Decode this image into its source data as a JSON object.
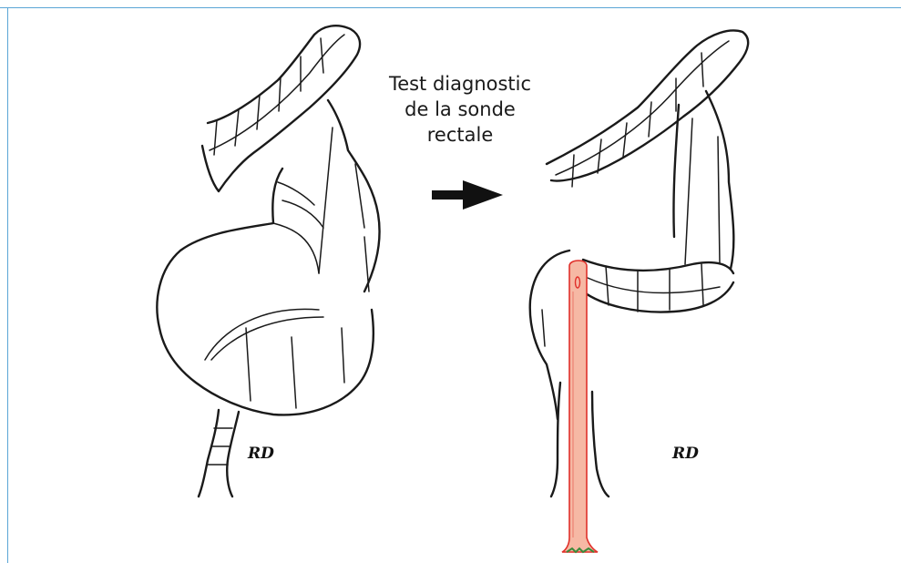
{
  "caption": {
    "line1": "Test diagnostic",
    "line2": "de la sonde",
    "line3": "rectale"
  },
  "signatures": {
    "left": "RD",
    "right": "RD"
  },
  "colors": {
    "frame": "#5aa6d6",
    "ink": "#1a1a1a",
    "probe_fill": "#f6b8a4",
    "probe_stroke": "#e0302a",
    "probe_tip": "#3a8a3a"
  }
}
